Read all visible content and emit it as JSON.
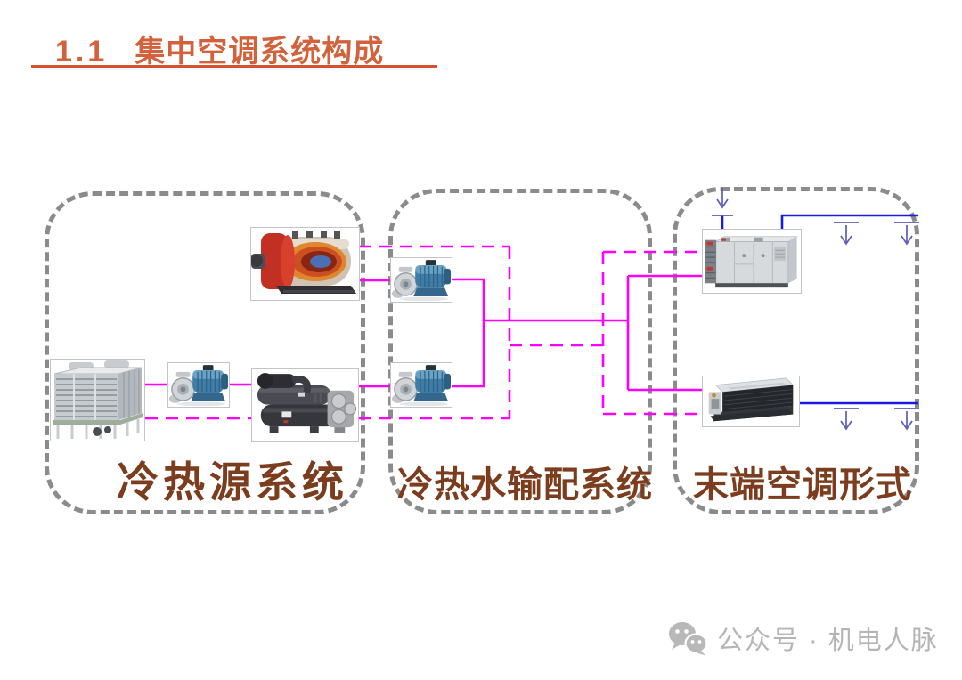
{
  "slide": {
    "title_number": "1.1",
    "title_text": "集中空调系统构成",
    "colors": {
      "title": "#d2623c",
      "title_underline": "#d9502e",
      "box_border": "#8b8b8b",
      "box_label": "#7c3d1e",
      "water_pipe_magenta": "#ff00ff",
      "air_duct_blue": "#1a1ae0",
      "air_arrow_slate": "#5c5cb8",
      "watermark_gray": "#b5b5b5"
    }
  },
  "diagram": {
    "boxes": [
      {
        "id": "source-system",
        "label": "冷热源系统",
        "equipment": [
          "boiler",
          "cooling-tower",
          "condenser-water-pump",
          "chiller"
        ]
      },
      {
        "id": "distribution-system",
        "label": "冷热水输配系统",
        "equipment": [
          "hot-water-pump",
          "chilled-water-pump"
        ]
      },
      {
        "id": "terminal-system",
        "label": "末端空调形式",
        "equipment": [
          "air-handling-unit",
          "fan-coil-unit"
        ]
      }
    ],
    "pipes": {
      "supply_line_style": "solid",
      "return_line_style": "dashed",
      "air_branches_per_duct": 2
    }
  },
  "watermark": {
    "icon": "wechat-icon",
    "text": "公众号 · 机电人脉"
  }
}
